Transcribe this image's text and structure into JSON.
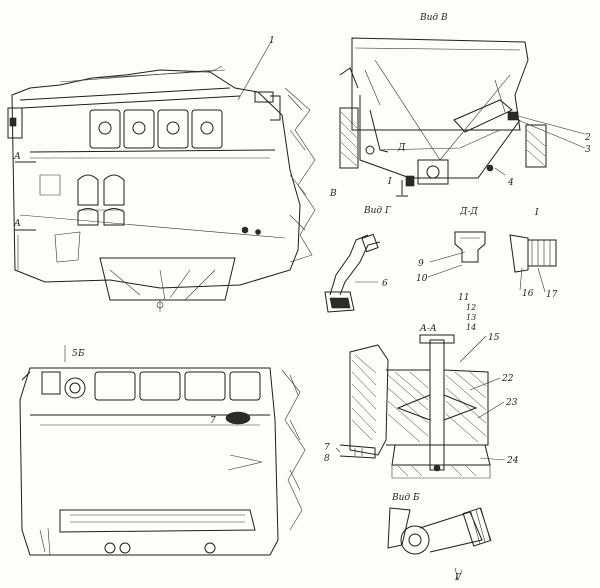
{
  "callouts": {
    "c1": "1",
    "c2": "2",
    "c3": "3",
    "c4": "4",
    "c5": "5",
    "c6": "6",
    "c7": "7",
    "c8": "8",
    "c9": "9",
    "c10": "10",
    "c11": "11",
    "c12": "12",
    "c13": "13",
    "c14": "14",
    "c15": "15",
    "c16": "16",
    "c17": "17",
    "c22": "22",
    "c23": "23",
    "c24": "24"
  },
  "views": {
    "vid_v": "Вид В",
    "vid_g": "Вид Г",
    "vid_b": "Вид Б",
    "sec_dd": "Д-Д",
    "sec_aa": "А-А",
    "mark_i": "I",
    "mark_i2": "I",
    "mark_v": "В",
    "mark_a1": "А",
    "mark_a2": "А",
    "mark_d": "Д",
    "mark_b": "Б",
    "mark_g": "Г"
  }
}
